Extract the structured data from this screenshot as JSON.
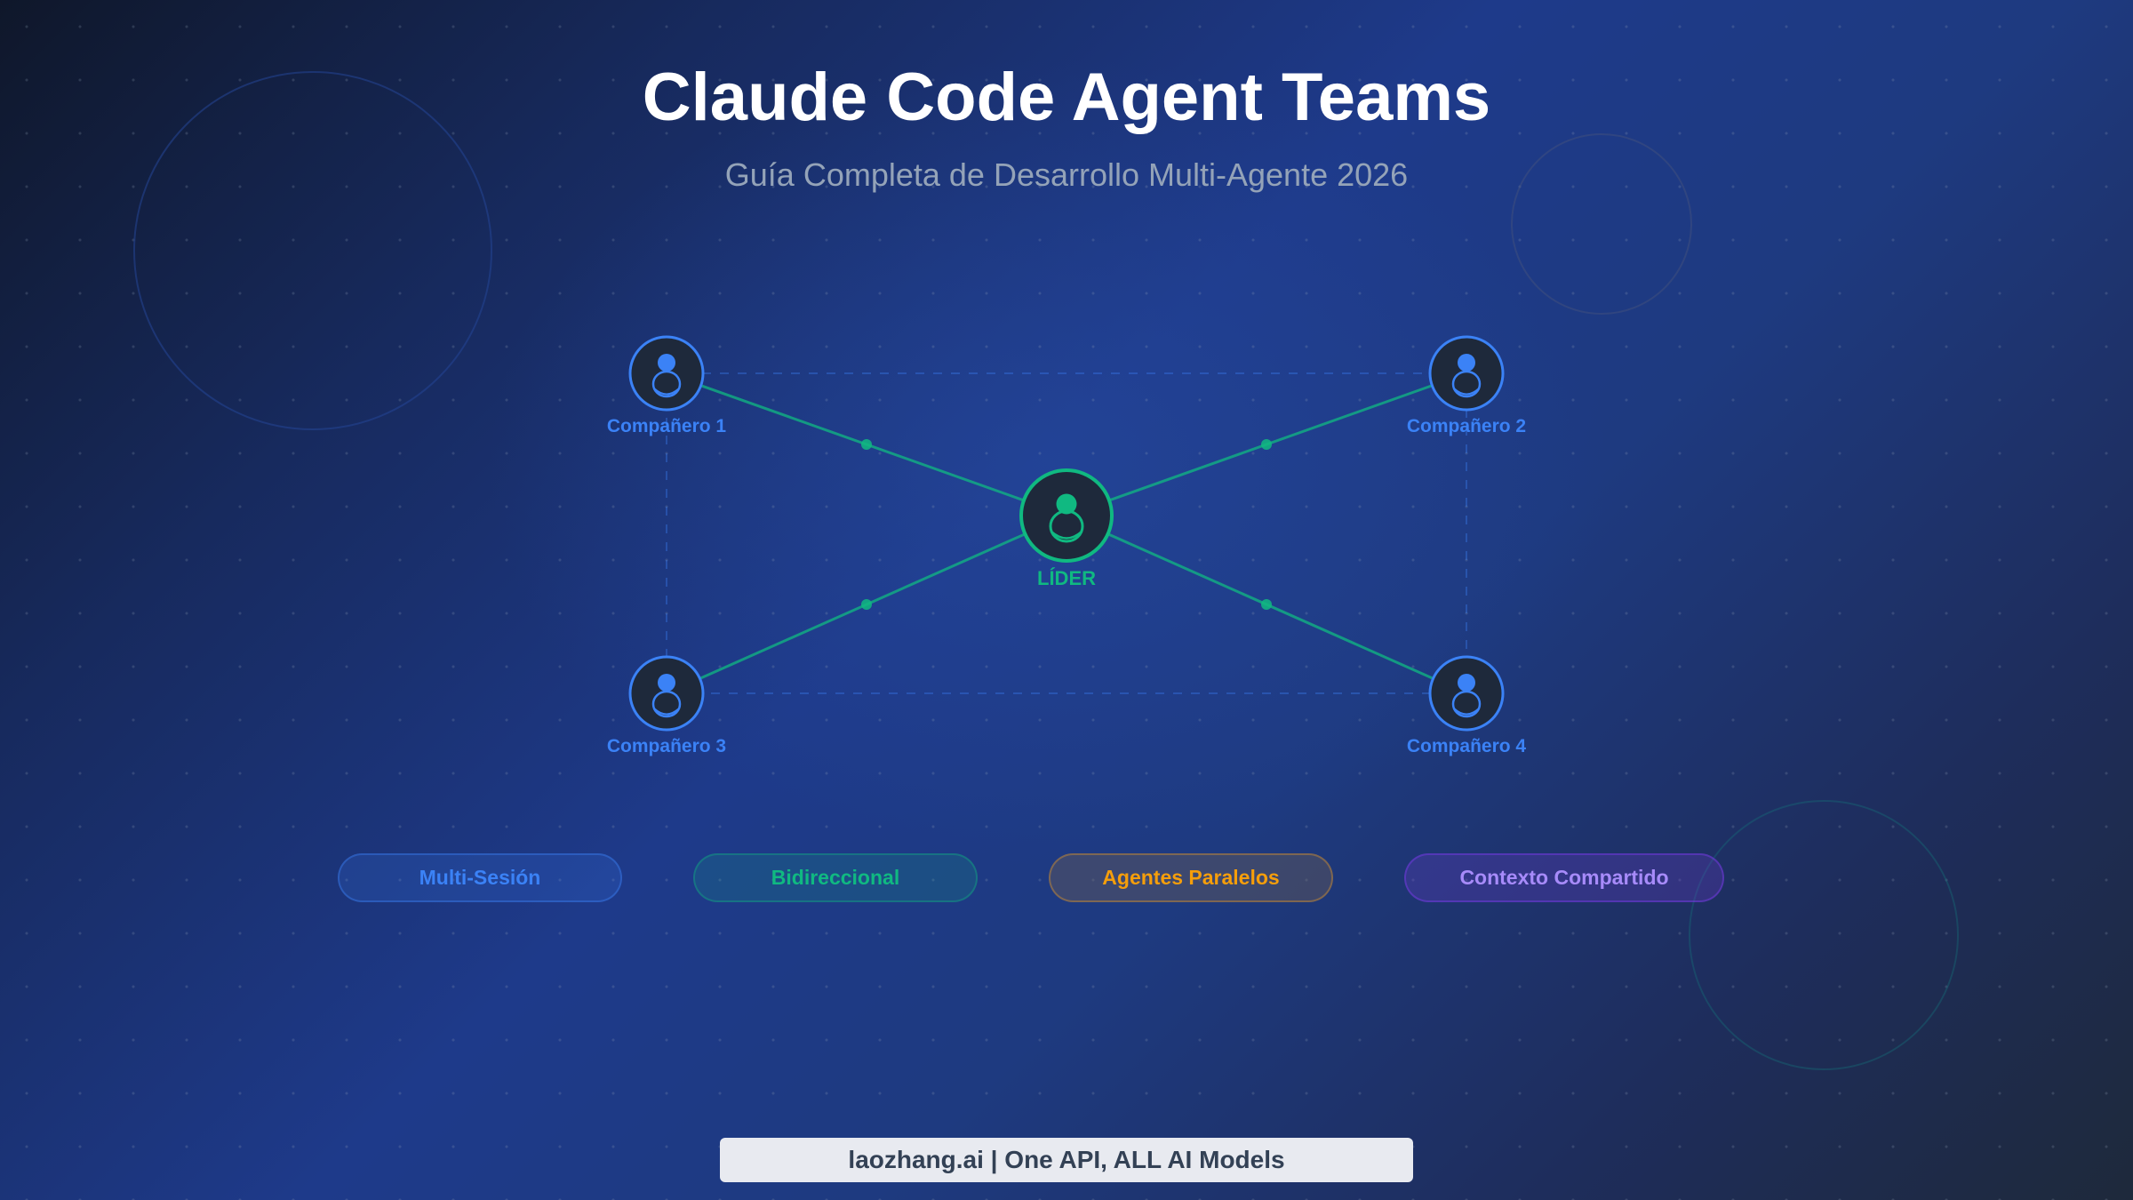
{
  "header": {
    "title": "Claude Code Agent Teams",
    "subtitle": "Guía Completa de Desarrollo Multi-Agente 2026"
  },
  "diagram": {
    "leader": {
      "label": "LÍDER",
      "color": "#10b981",
      "icon": "person-icon"
    },
    "teammates": [
      {
        "label": "Compañero 1",
        "color": "#3b82f6",
        "icon": "person-icon"
      },
      {
        "label": "Compañero 2",
        "color": "#3b82f6",
        "icon": "person-icon"
      },
      {
        "label": "Compañero 3",
        "color": "#3b82f6",
        "icon": "person-icon"
      },
      {
        "label": "Compañero 4",
        "color": "#3b82f6",
        "icon": "person-icon"
      }
    ],
    "connector_color": "#10b981",
    "dashed_frame_color": "#3b82f6"
  },
  "features": [
    {
      "label": "Multi-Sesión",
      "color": "#3b82f6"
    },
    {
      "label": "Bidireccional",
      "color": "#10b981"
    },
    {
      "label": "Agentes Paralelos",
      "color": "#f59e0b"
    },
    {
      "label": "Contexto Compartido",
      "color": "#a78bfa"
    }
  ],
  "footer": {
    "text": "laozhang.ai | One API, ALL AI Models"
  }
}
